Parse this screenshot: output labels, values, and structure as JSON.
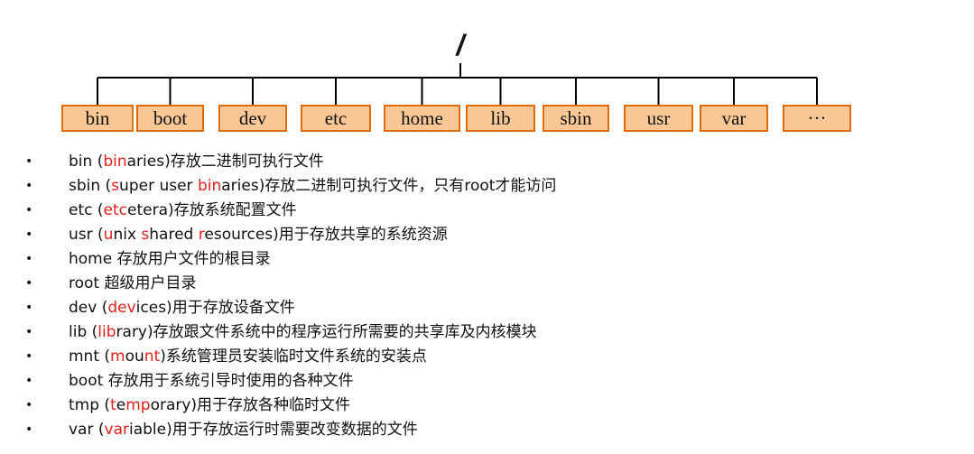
{
  "tree": {
    "root": "/",
    "nodes": [
      "bin",
      "boot",
      "dev",
      "etc",
      "home",
      "lib",
      "sbin",
      "usr",
      "var",
      "···"
    ],
    "colors": {
      "node_fill": "#f9c896",
      "node_border": "#e36c0a",
      "line": "#000000"
    }
  },
  "descriptions": [
    {
      "bullet": "•",
      "parts": [
        {
          "t": "bin  ("
        },
        {
          "t": "bin",
          "hl": true
        },
        {
          "t": "aries)存放二进制可执行文件"
        }
      ]
    },
    {
      "bullet": "•",
      "parts": [
        {
          "t": "sbin  ("
        },
        {
          "t": "s",
          "hl": true
        },
        {
          "t": "uper user "
        },
        {
          "t": "bin",
          "hl": true
        },
        {
          "t": "aries)存放二进制可执行文件，只有root才能访问"
        }
      ]
    },
    {
      "bullet": "•",
      "parts": [
        {
          "t": "etc ("
        },
        {
          "t": "etc",
          "hl": true
        },
        {
          "t": "etera)存放系统配置文件"
        }
      ]
    },
    {
      "bullet": "•",
      "parts": [
        {
          "t": "usr  ("
        },
        {
          "t": "u",
          "hl": true
        },
        {
          "t": "nix "
        },
        {
          "t": "s",
          "hl": true
        },
        {
          "t": "hared "
        },
        {
          "t": "r",
          "hl": true
        },
        {
          "t": "esources)用于存放共享的系统资源"
        }
      ]
    },
    {
      "bullet": "•",
      "parts": [
        {
          "t": "home 存放用户文件的根目录"
        }
      ]
    },
    {
      "bullet": "•",
      "parts": [
        {
          "t": "root  超级用户目录"
        }
      ]
    },
    {
      "bullet": "•",
      "parts": [
        {
          "t": "dev ("
        },
        {
          "t": "dev",
          "hl": true
        },
        {
          "t": "ices)用于存放设备文件"
        }
      ]
    },
    {
      "bullet": "•",
      "parts": [
        {
          "t": "lib  ("
        },
        {
          "t": "lib",
          "hl": true
        },
        {
          "t": "rary)存放跟文件系统中的程序运行所需要的共享库及内核模块"
        }
      ]
    },
    {
      "bullet": "•",
      "parts": [
        {
          "t": "mnt  ("
        },
        {
          "t": "m",
          "hl": true
        },
        {
          "t": "ou"
        },
        {
          "t": "nt",
          "hl": true
        },
        {
          "t": ")系统管理员安装临时文件系统的安装点"
        }
      ]
    },
    {
      "bullet": "•",
      "parts": [
        {
          "t": "boot 存放用于系统引导时使用的各种文件"
        }
      ]
    },
    {
      "bullet": "•",
      "parts": [
        {
          "t": "tmp  ("
        },
        {
          "t": "t",
          "hl": true
        },
        {
          "t": "e"
        },
        {
          "t": "mp",
          "hl": true
        },
        {
          "t": "orary)用于存放各种临时文件"
        }
      ]
    },
    {
      "bullet": "•",
      "parts": [
        {
          "t": "var  ("
        },
        {
          "t": "var",
          "hl": true
        },
        {
          "t": "iable)用于存放运行时需要改变数据的文件"
        }
      ]
    }
  ]
}
